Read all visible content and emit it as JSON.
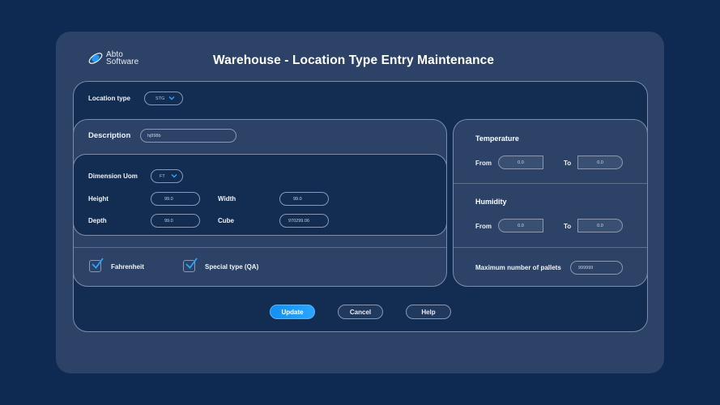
{
  "brand": {
    "name_line1": "Abto",
    "name_line2": "Software",
    "logo_icon": "orbit-logo-icon"
  },
  "page": {
    "title": "Warehouse - Location Type Entry Maintenance"
  },
  "location_type": {
    "label": "Location type",
    "value": "STG"
  },
  "description": {
    "label": "Description",
    "value": "hj898b"
  },
  "dimensions": {
    "uom_label": "Dimension Uom",
    "uom_value": "FT",
    "height_label": "Height",
    "height_value": "99.0",
    "width_label": "Width",
    "width_value": "99.0",
    "depth_label": "Depth",
    "depth_value": "99.0",
    "cube_label": "Cube",
    "cube_value": "970299.06"
  },
  "options": {
    "fahrenheit_label": "Fahrenheit",
    "fahrenheit_checked": true,
    "special_type_label": "Special type (QA)",
    "special_type_checked": true
  },
  "temperature": {
    "title": "Temperature",
    "from_label": "From",
    "from_value": "0.0",
    "to_label": "To",
    "to_value": "0.0"
  },
  "humidity": {
    "title": "Humidity",
    "from_label": "From",
    "from_value": "0.0",
    "to_label": "To",
    "to_value": "0.0"
  },
  "pallets": {
    "label": "Maximum number of pallets",
    "value": "999999"
  },
  "actions": {
    "update_label": "Update",
    "cancel_label": "Cancel",
    "help_label": "Help"
  },
  "colors": {
    "background": "#0f2a52",
    "card": "#2c4266",
    "panel": "#132c52",
    "accent": "#1e9bff",
    "border": "#7d8ca8"
  }
}
